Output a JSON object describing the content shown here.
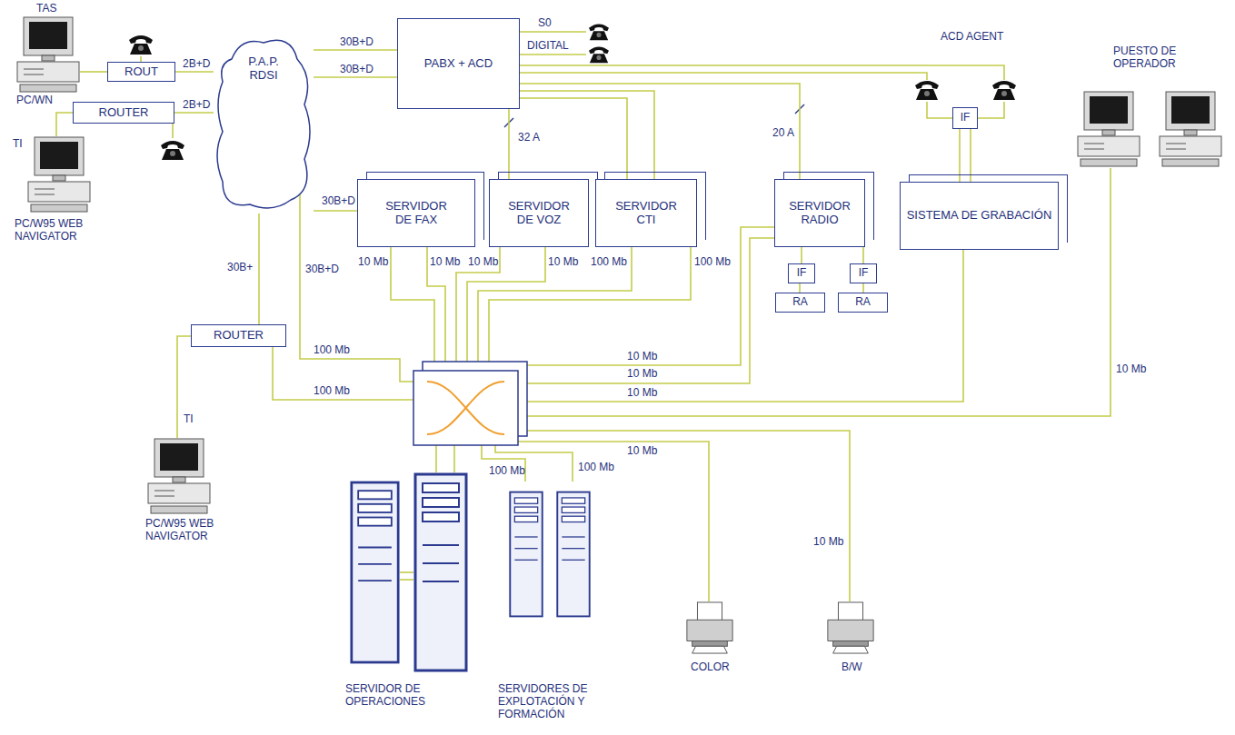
{
  "diagram": {
    "nodes": [
      {
        "text": [
          "ROUT"
        ]
      },
      {
        "text": [
          "ROUTER"
        ]
      },
      {
        "text": [
          "P.A.P. RDSI"
        ]
      },
      {
        "text": [
          "PABX + ACD"
        ]
      },
      {
        "text": [
          "SERVIDOR DE FAX"
        ]
      },
      {
        "text": [
          "SERVIDOR DE VOZ"
        ]
      },
      {
        "text": [
          "SERVIDOR CTI"
        ]
      },
      {
        "text": [
          "SERVIDOR RADIO"
        ]
      },
      {
        "text": [
          "SISTEMA DE GRABACIÓN"
        ]
      },
      {
        "text": [
          "IF"
        ]
      },
      {
        "text": [
          "IF"
        ]
      },
      {
        "text": [
          "IF"
        ]
      },
      {
        "text": [
          "RA"
        ]
      },
      {
        "text": [
          "RA"
        ]
      },
      {
        "text": [
          "ROUTER"
        ]
      }
    ],
    "edges": [
      {
        "from": 0,
        "to": 2,
        "label": "2B+D",
        "arrow": "none"
      },
      {
        "from": 1,
        "to": 2,
        "label": "2B+D",
        "arrow": "none"
      },
      {
        "from": 2,
        "to": 3,
        "label": "30B+D",
        "arrow": "none"
      },
      {
        "from": 2,
        "to": 3,
        "label": "30B+D",
        "arrow": "none"
      },
      {
        "from": 2,
        "to": 4,
        "label": "30B+D",
        "arrow": "none"
      },
      {
        "from": 2,
        "to": 14,
        "label": "30B+",
        "arrow": "none"
      },
      {
        "from": 3,
        "to": 5,
        "label": "32 A",
        "arrow": "none"
      },
      {
        "from": 3,
        "to": 6,
        "arrow": "none"
      },
      {
        "from": 3,
        "to": 6,
        "arrow": "none"
      },
      {
        "from": 3,
        "to": 7,
        "label": "20 A",
        "arrow": "none"
      },
      {
        "from": 7,
        "to": 10,
        "arrow": "none"
      },
      {
        "from": 7,
        "to": 11,
        "arrow": "none"
      },
      {
        "from": 10,
        "to": 12,
        "arrow": "none"
      },
      {
        "from": 11,
        "to": 13,
        "arrow": "none"
      },
      {
        "from": 9,
        "to": 8,
        "arrow": "none"
      },
      {
        "from": 9,
        "to": 8,
        "arrow": "none"
      }
    ],
    "labels": [
      "TAS",
      "PC/WN",
      "TI",
      "PC/W95 WEB NAVIGATOR",
      "S0",
      "DIGITAL",
      "ACD AGENT",
      "PUESTO DE OPERADOR",
      "30B+D",
      "10 Mb",
      "10 Mb",
      "10 Mb",
      "10 Mb",
      "100 Mb",
      "100 Mb",
      "10 Mb",
      "10 Mb",
      "10 Mb",
      "10 Mb",
      "100 Mb",
      "100 Mb",
      "100 Mb",
      "10 Mb",
      "100 Mb",
      "10 Mb",
      "TI",
      "PC/W95 WEB NAVIGATOR",
      "SERVIDOR DE OPERACIONES",
      "SERVIDORES DE EXPLOTACIÓN Y FORMACIÓN",
      "COLOR",
      "B/W"
    ]
  }
}
